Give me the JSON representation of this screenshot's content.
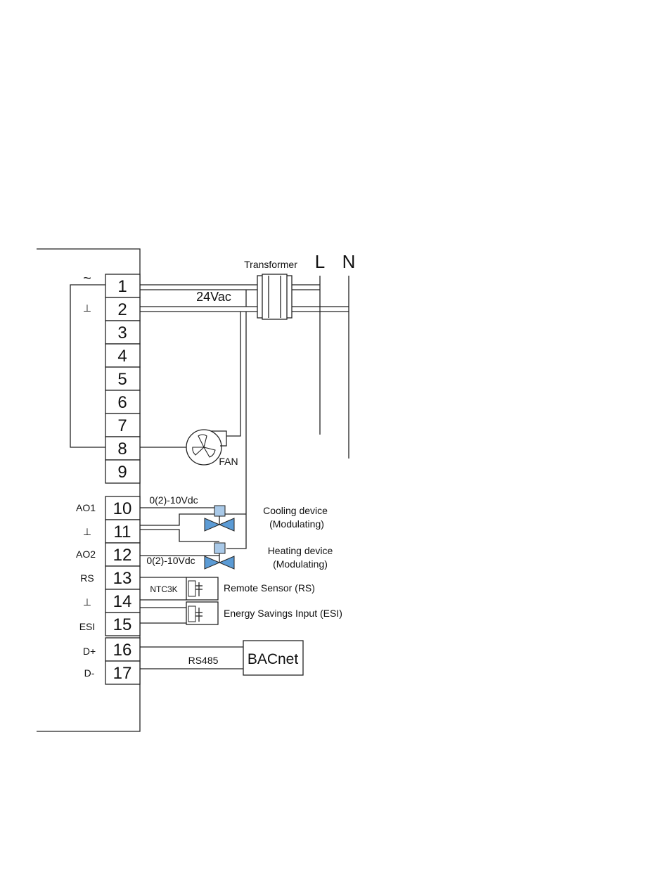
{
  "terminals": [
    "1",
    "2",
    "3",
    "4",
    "5",
    "6",
    "7",
    "8",
    "9",
    "10",
    "11",
    "12",
    "13",
    "14",
    "15",
    "16",
    "17"
  ],
  "terminal_side_labels": {
    "t1": "~",
    "t2": "⊥",
    "t10": "AO1",
    "t11": "⊥",
    "t12": "AO2",
    "t13": "RS",
    "t14": "⊥",
    "t15": "ESI",
    "t16": "D+",
    "t17": "D-"
  },
  "power": {
    "transformer": "Transformer",
    "line": "L",
    "neutral": "N",
    "voltage": "24Vac"
  },
  "fan": {
    "label": "FAN"
  },
  "outputs": {
    "ao1_signal": "0(2)-10Vdc",
    "ao2_signal": "0(2)-10Vdc",
    "cooling_line1": "Cooling device",
    "cooling_line2": "(Modulating)",
    "heating_line1": "Heating device",
    "heating_line2": "(Modulating)"
  },
  "inputs": {
    "ntc": "NTC3K",
    "remote_sensor": "Remote Sensor (RS)",
    "energy_savings": "Energy Savings Input (ESI)"
  },
  "comms": {
    "bus": "RS485",
    "protocol": "BACnet"
  },
  "colors": {
    "valve_fill": "#5b9bd5",
    "actuator_fill": "#a9c9e8",
    "line": "#222222"
  }
}
